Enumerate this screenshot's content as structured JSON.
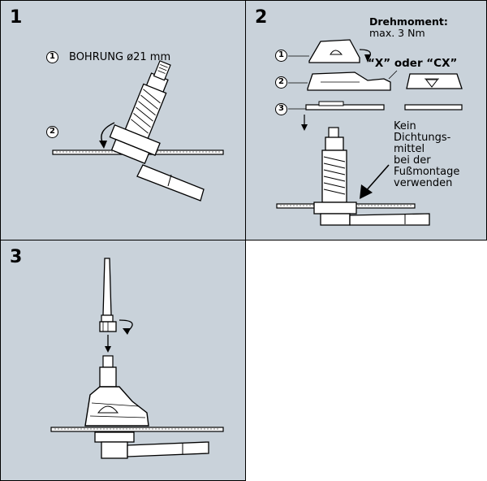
{
  "panels": [
    {
      "number": "1",
      "callouts": [
        {
          "marker": "1",
          "text": "BOHRUNG ø21 mm"
        },
        {
          "marker": "2",
          "text": ""
        }
      ]
    },
    {
      "number": "2",
      "torque_label": "Drehmoment:",
      "torque_value": "max. 3 Nm",
      "variant_label": "“X” oder “CX”",
      "callouts": [
        {
          "marker": "1"
        },
        {
          "marker": "2"
        },
        {
          "marker": "3"
        }
      ],
      "note_lines": [
        "Kein",
        "Dichtungs-",
        "mittel",
        "bei der",
        "Fußmontage",
        "verwenden"
      ]
    },
    {
      "number": "3"
    }
  ]
}
